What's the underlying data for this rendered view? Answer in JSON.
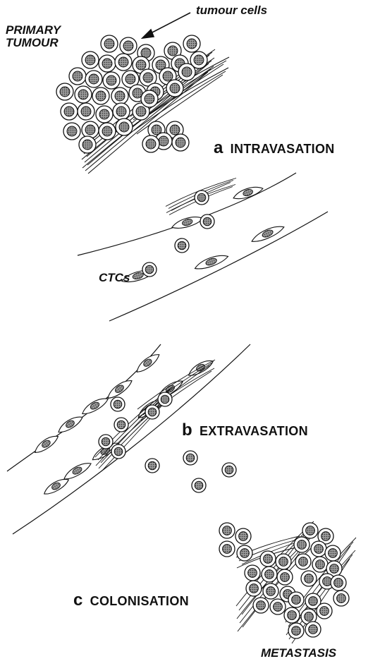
{
  "labels": {
    "primary_tumour_line1": "PRIMARY",
    "primary_tumour_line2": "TUMOUR",
    "tumour_cells": "tumour cells",
    "ctcs": "CTCs",
    "metastasis": "METASTASIS"
  },
  "steps": [
    {
      "letter": "a",
      "name": "INTRAVASATION"
    },
    {
      "letter": "b",
      "name": "EXTRAVASATION"
    },
    {
      "letter": "c",
      "name": "COLONISATION"
    }
  ],
  "colors": {
    "ink": "#111111",
    "nucleus": "#8a8a8a",
    "background": "#ffffff"
  }
}
